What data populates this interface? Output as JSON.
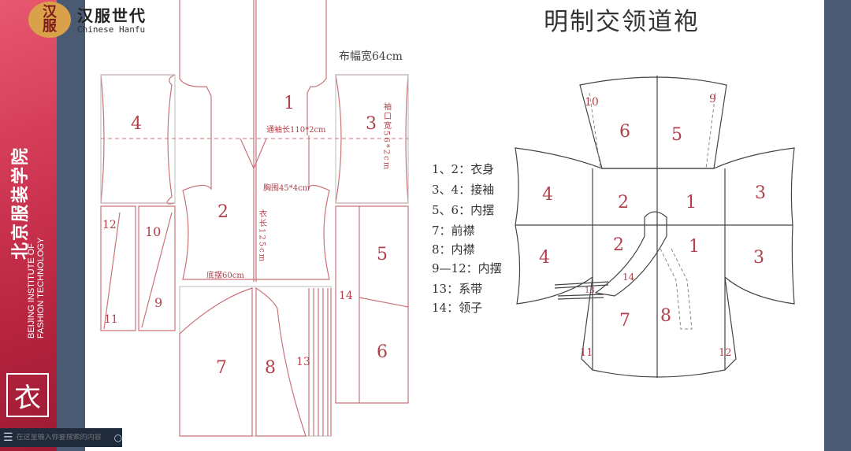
{
  "title": "明制交领道袍",
  "logo": {
    "badge": "汉\n服",
    "name_cn": "汉服世代",
    "name_en": "Chinese Hanfu"
  },
  "school": {
    "name_cn": "北京服装学院",
    "name_en": "BEIJING INSTITUTE OF\nFASHION TECHNOLOGY",
    "emblem": "衣"
  },
  "taskbar": {
    "search_placeholder": "在这里输入你要搜索的内容"
  },
  "pattern_layout": {
    "fabric_width": "布幅宽64cm",
    "notes": {
      "sleeve_length": "通袖长110*2cm",
      "chest": "胸围45*4cm",
      "hem": "底摆60cm",
      "body_length": "衣长125cm",
      "cuff": "袖口宽56*2cm"
    },
    "piece_labels": [
      "1",
      "2",
      "3",
      "4",
      "5",
      "6",
      "7",
      "8",
      "9",
      "10",
      "11",
      "12",
      "13",
      "14"
    ]
  },
  "legend": [
    "1、2：衣身",
    "3、4：接袖",
    "5、6：内摆",
    "7：前襟",
    "8：内襟",
    "9—12：内摆",
    "13：系带",
    "14：领子"
  ],
  "assembled_labels": [
    "1",
    "2",
    "3",
    "4",
    "5",
    "6",
    "7",
    "8",
    "9",
    "10",
    "11",
    "12",
    "13",
    "14"
  ]
}
